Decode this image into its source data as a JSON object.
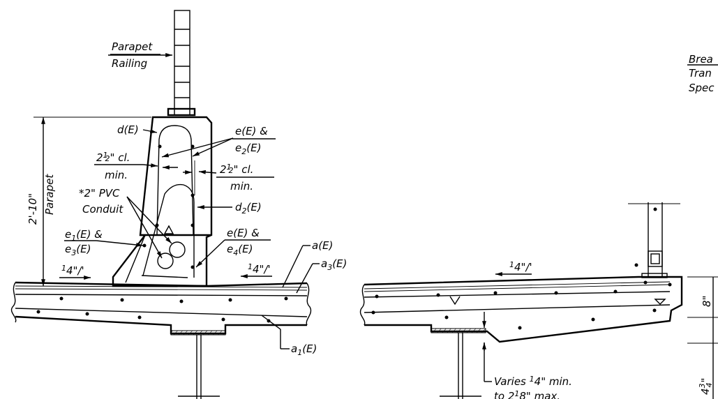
{
  "labels": {
    "parapet_railing_1": "Parapet",
    "parapet_railing_2": "Railing",
    "breakaway_1": "Brea",
    "breakaway_2": "Tran",
    "breakaway_3": "Spec",
    "d_e": "d(E)",
    "e_e2_1": "e(E) &",
    "e_e2_2a": "e",
    "e_e2_2b": "2",
    "e_e2_2c": "(E)",
    "cl_left_a": "2",
    "cl_left_b": "1",
    "cl_left_c": "2",
    "cl_left_d": "\" cl.",
    "cl_left_min": "min.",
    "cl_right_a": "2",
    "cl_right_b": "1",
    "cl_right_c": "2",
    "cl_right_d": "\" cl.",
    "cl_right_min": "min.",
    "pvc_1": "*2\" PVC",
    "pvc_2": "Conduit",
    "d2_a": "d",
    "d2_b": "2",
    "d2_c": "(E)",
    "e1_a": "e",
    "e1_b": "1",
    "e1_c": "(E) &",
    "e3_a": "e",
    "e3_b": "3",
    "e3_c": "(E)",
    "e4_1": "e(E) &",
    "e4_a": "e",
    "e4_b": "4",
    "e4_c": "(E)",
    "a_e": "a(E)",
    "a3_a": "a",
    "a3_b": "3",
    "a3_c": "(E)",
    "a1_a": "a",
    "a1_b": "1",
    "a1_c": "(E)",
    "slope_l_a": "1",
    "slope_l_b": "4",
    "slope_l_c": "\"/'",
    "slope_r_a": "1",
    "slope_r_b": "4",
    "slope_r_c": "\"/'",
    "slope_c_a": "1",
    "slope_c_b": "4",
    "slope_c_c": "\"/'",
    "parapet_height": "2'-10\"",
    "parapet_word": "Parapet",
    "dim_8": "8\"",
    "dim_434_a": "4",
    "dim_434_b": "3",
    "dim_434_c": "4",
    "dim_434_d": "\"",
    "varies_1a": "Varies ",
    "varies_1b": "1",
    "varies_1c": "4",
    "varies_1d": "\" min.",
    "varies_2a": "to 2",
    "varies_2b": "1",
    "varies_2c": "8",
    "varies_2d": "\" max."
  }
}
